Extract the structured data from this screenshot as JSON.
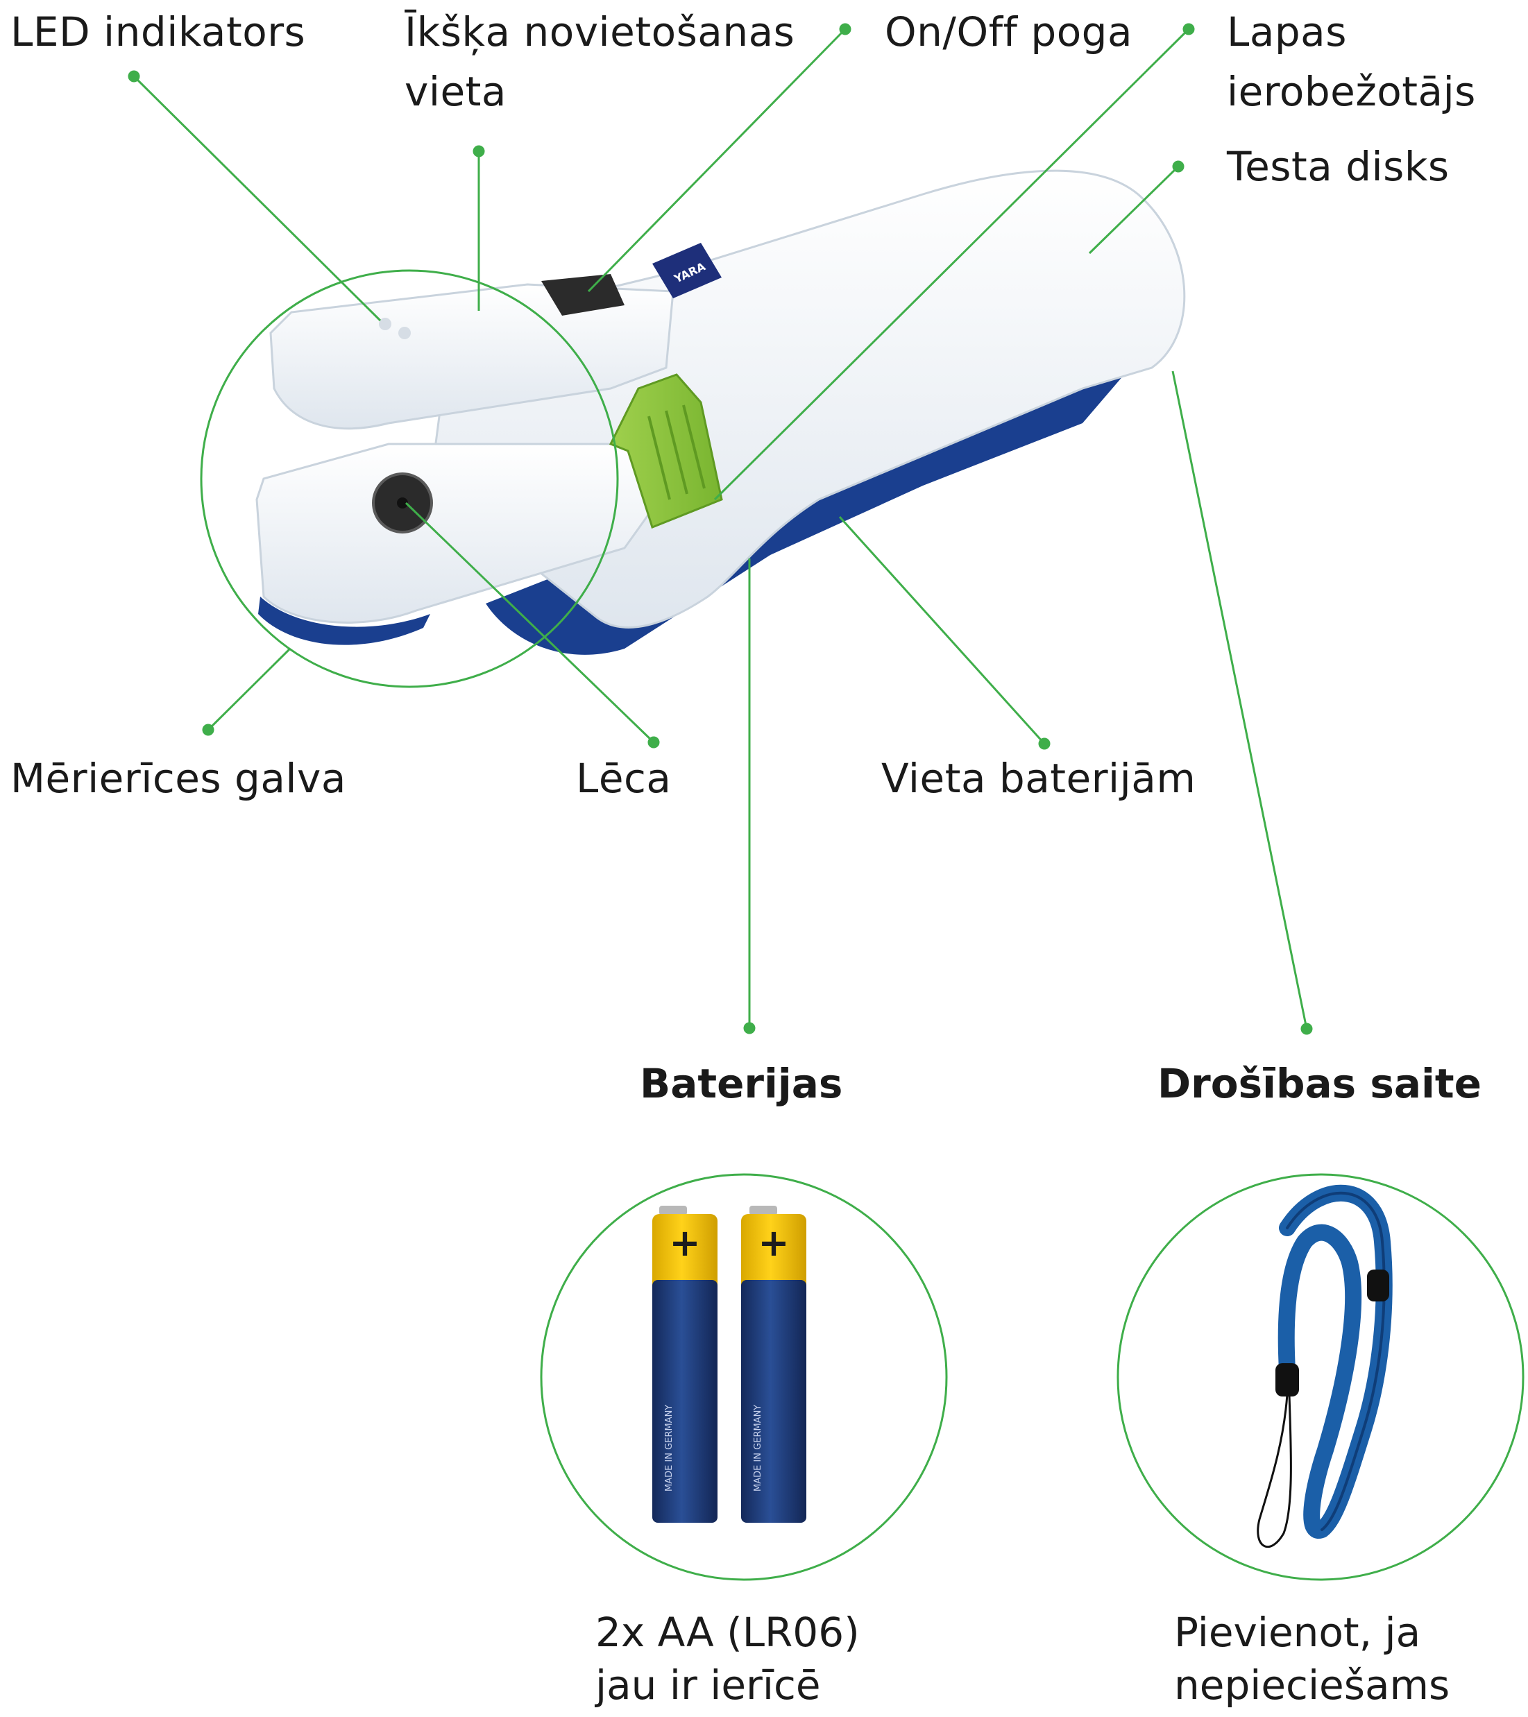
{
  "labels": {
    "led": "LED indikators",
    "thumb_line1": "Īkšķa novietošanas",
    "thumb_line2": "vieta",
    "onoff": "On/Off poga",
    "leaf_line1": "Lapas",
    "leaf_line2": "ierobežotājs",
    "disk": "Testa disks",
    "head": "Mērierīces galva",
    "lens": "Lēca",
    "battery_slot": "Vieta baterijām"
  },
  "sections": {
    "batteries": {
      "title": "Baterijas",
      "caption_line1": "2x AA (LR06)",
      "caption_line2": "jau ir ierīcē"
    },
    "strap": {
      "title": "Drošības saite",
      "caption_line1": "Pievienot, ja",
      "caption_line2": "nepieciešams"
    }
  },
  "device": {
    "brand_logo": "YARA",
    "battery_print": "MADE IN GERMANY",
    "battery_plus": "+"
  },
  "colors": {
    "leader": "#3fae4a",
    "device_blue": "#1a3f8f",
    "clip_green": "#8cc63f",
    "battery_yellow": "#f2c200",
    "battery_blue": "#1d3b7a",
    "strap_blue": "#1b5fa8"
  }
}
